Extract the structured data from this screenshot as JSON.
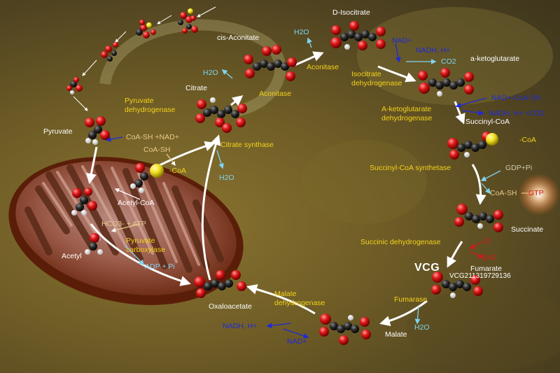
{
  "labels": {
    "d_isocitrate": "D-Isocitrate",
    "cis_aconitate": "cis-Aconitate",
    "h2o_top": "H2O",
    "nad_top": "NAD+",
    "nadh_top": "NADH, H+",
    "co2_top": "CO2",
    "a_ketoglutarate": "a-ketoglutarate",
    "aconitase_top": "Aconitase",
    "isocitrate_dh": "Isocitrate\ndehydrogenase",
    "h2o_citrate": "H2O",
    "citrate": "Citrate",
    "aconitase_mid": "Aconitase",
    "pyruvate_dh": "Pyruvate\ndehydrogenase",
    "nad_coash": "NAD+-CoA-SH",
    "akg_dh": "A-ketoglutarate\ndehydrogenase",
    "nadh_co2": "NADH, H+ +CO2",
    "succinyl_coa": "Succinyl-CoA",
    "pyruvate": "Pyruvate",
    "coash_nad": "CoA-SH +NAD+",
    "coash": "CoA-SH",
    "citrate_synthase": "Citrate synthase",
    "coa_right": "-CoA",
    "coa_left": "-CoA",
    "h2o_mid": "H2O",
    "succinyl_synth": "Succinyl-CoA synthetase",
    "gdp_pi": "GDP+Pi",
    "coash_gtp": "CoA-SH",
    "gtp": "GTP",
    "acetyl_coa": "Acetyl-CoA",
    "hco3_atp": "HCO3- + ATP",
    "pyruvate_carboxylase": "Pyruvate\ncarboxylase",
    "succinate": "Succinate",
    "succinic_dh": "Succinic dehydrogenase",
    "q": "Q",
    "qh2": "QH2",
    "acetyl": "Acetyl",
    "adp_pi": "ADP + Pi",
    "fumarate": "Fumarate",
    "malate_dh": "Malate\ndehydrogenase",
    "oxaloacetate": "Oxaloacetate",
    "fumarase": "Fumarase",
    "nadh_bottom": "NADH, H+",
    "h2o_bottom": "H2O",
    "malate": "Malate",
    "nad_bottom": "NAD+"
  },
  "watermark": {
    "logo": "VCG",
    "id": "VCG211319729136"
  },
  "colors": {
    "enzyme": "#f3d21a",
    "metabolite": "#ffffff",
    "cofactor": "#1f2ad8",
    "water": "#7fd4f0",
    "oxygen_atom": "#e01818",
    "carbon_atom": "#2a2a2a",
    "sulfur_atom": "#f0e020",
    "mitochondrion": "#8a3a1a"
  }
}
